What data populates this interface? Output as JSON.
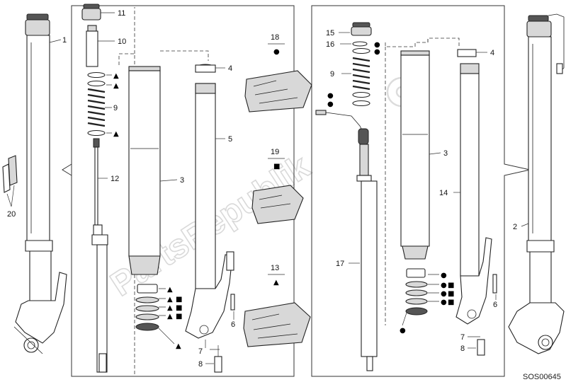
{
  "callouts": {
    "c1": "1",
    "c2": "2",
    "c3a": "3",
    "c3b": "3",
    "c4a": "4",
    "c4b": "4",
    "c5": "5",
    "c6a": "6",
    "c6b": "6",
    "c7a": "7",
    "c7b": "7",
    "c8a": "8",
    "c8b": "8",
    "c9a": "9",
    "c9b": "9",
    "c10": "10",
    "c11": "11",
    "c12": "12",
    "c13": "13",
    "c14": "14",
    "c15": "15",
    "c16": "16",
    "c17": "17",
    "c18": "18",
    "c19": "19",
    "c20": "20"
  },
  "symbols": {
    "triangle": "▲",
    "circle": "●",
    "square": "■"
  },
  "diagram_code": "SOS00645",
  "watermark": "PartsRepublik"
}
